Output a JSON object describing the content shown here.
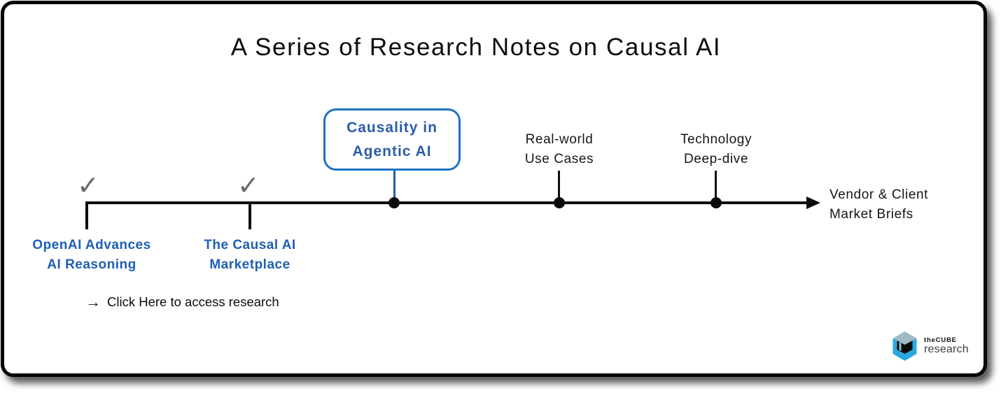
{
  "title": "A Series of Research Notes on Causal AI",
  "timeline": {
    "highlight": {
      "line1": "Causality in",
      "line2": "Agentic AI"
    },
    "completed": [
      {
        "line1": "OpenAI Advances",
        "line2": "AI Reasoning"
      },
      {
        "line1": "The Causal AI",
        "line2": "Marketplace"
      }
    ],
    "upcoming": [
      {
        "line1": "Real-world",
        "line2": "Use Cases"
      },
      {
        "line1": "Technology",
        "line2": "Deep-dive"
      }
    ],
    "end_label": {
      "line1": "Vendor & Client",
      "line2": "Market Briefs"
    }
  },
  "icons": {
    "checkmark": "✓",
    "cta_arrow": "→"
  },
  "cta": {
    "label": "Click Here to access research"
  },
  "logo": {
    "brand": "theCUBE",
    "sub": "research"
  },
  "colors": {
    "accent_blue_border": "#1E72C5",
    "text_blue": "#2B5CA8",
    "link_blue": "#1E5FB4",
    "timeline_black": "#0d0d0d",
    "check_gray": "#6b6b6b",
    "logo_blue": "#2AA9E0",
    "logo_top_face": "#9FB9C6"
  }
}
